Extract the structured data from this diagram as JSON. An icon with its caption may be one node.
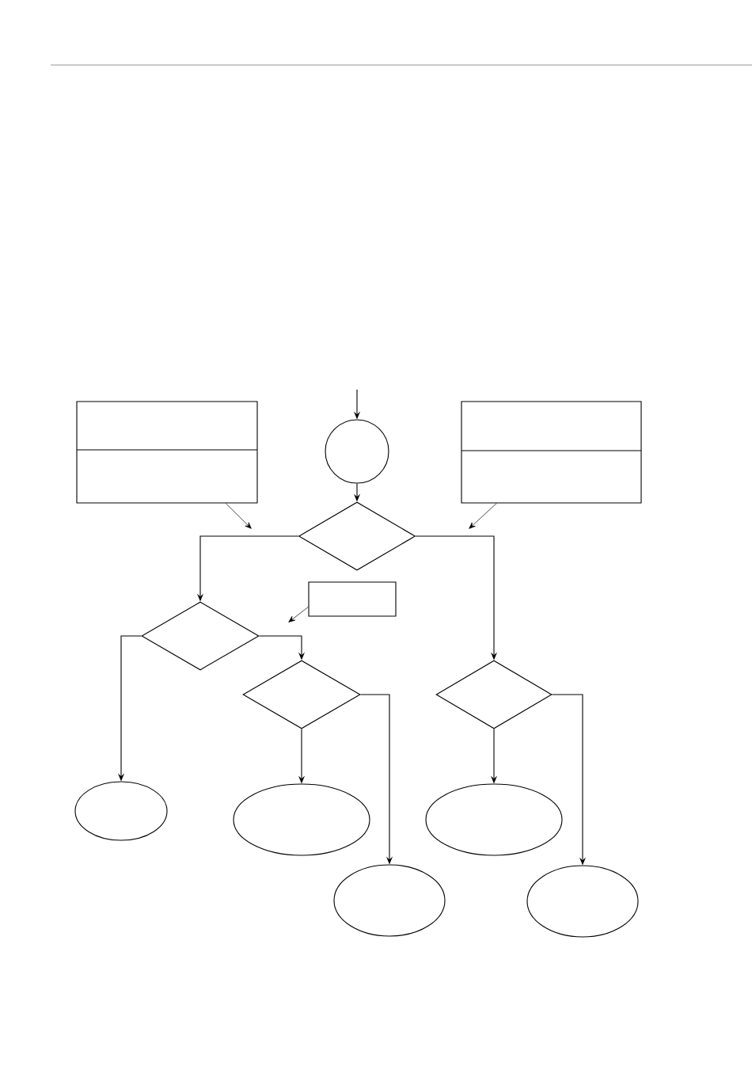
{
  "diagram": {
    "nodes": [
      {
        "text": [],
        "shape": "box"
      },
      {
        "text": [],
        "shape": "box"
      },
      {
        "text": [],
        "shape": "circle"
      },
      {
        "text": [],
        "shape": "diamond"
      },
      {
        "text": [],
        "shape": "box"
      },
      {
        "text": [],
        "shape": "diamond"
      },
      {
        "text": [],
        "shape": "diamond"
      },
      {
        "text": [],
        "shape": "diamond"
      },
      {
        "text": [],
        "shape": "ellipse"
      },
      {
        "text": [],
        "shape": "ellipse"
      },
      {
        "text": [],
        "shape": "ellipse"
      },
      {
        "text": [],
        "shape": "ellipse"
      },
      {
        "text": [],
        "shape": "ellipse"
      }
    ],
    "edges": [
      {
        "from": null,
        "to": 2,
        "arrow": "to"
      },
      {
        "from": 2,
        "to": 3,
        "arrow": "to"
      },
      {
        "from": 3,
        "to": 5,
        "arrow": "to"
      },
      {
        "from": 3,
        "to": 7,
        "arrow": "to"
      },
      {
        "from": 0,
        "to": null,
        "arrow": "to"
      },
      {
        "from": 1,
        "to": null,
        "arrow": "to"
      },
      {
        "from": 4,
        "to": null,
        "arrow": "to"
      },
      {
        "from": 5,
        "to": 8,
        "arrow": "to"
      },
      {
        "from": 5,
        "to": 6,
        "arrow": "to"
      },
      {
        "from": 6,
        "to": 9,
        "arrow": "to"
      },
      {
        "from": 6,
        "to": 10,
        "arrow": "to"
      },
      {
        "from": 7,
        "to": 11,
        "arrow": "to"
      },
      {
        "from": 7,
        "to": 12,
        "arrow": "to"
      }
    ]
  }
}
